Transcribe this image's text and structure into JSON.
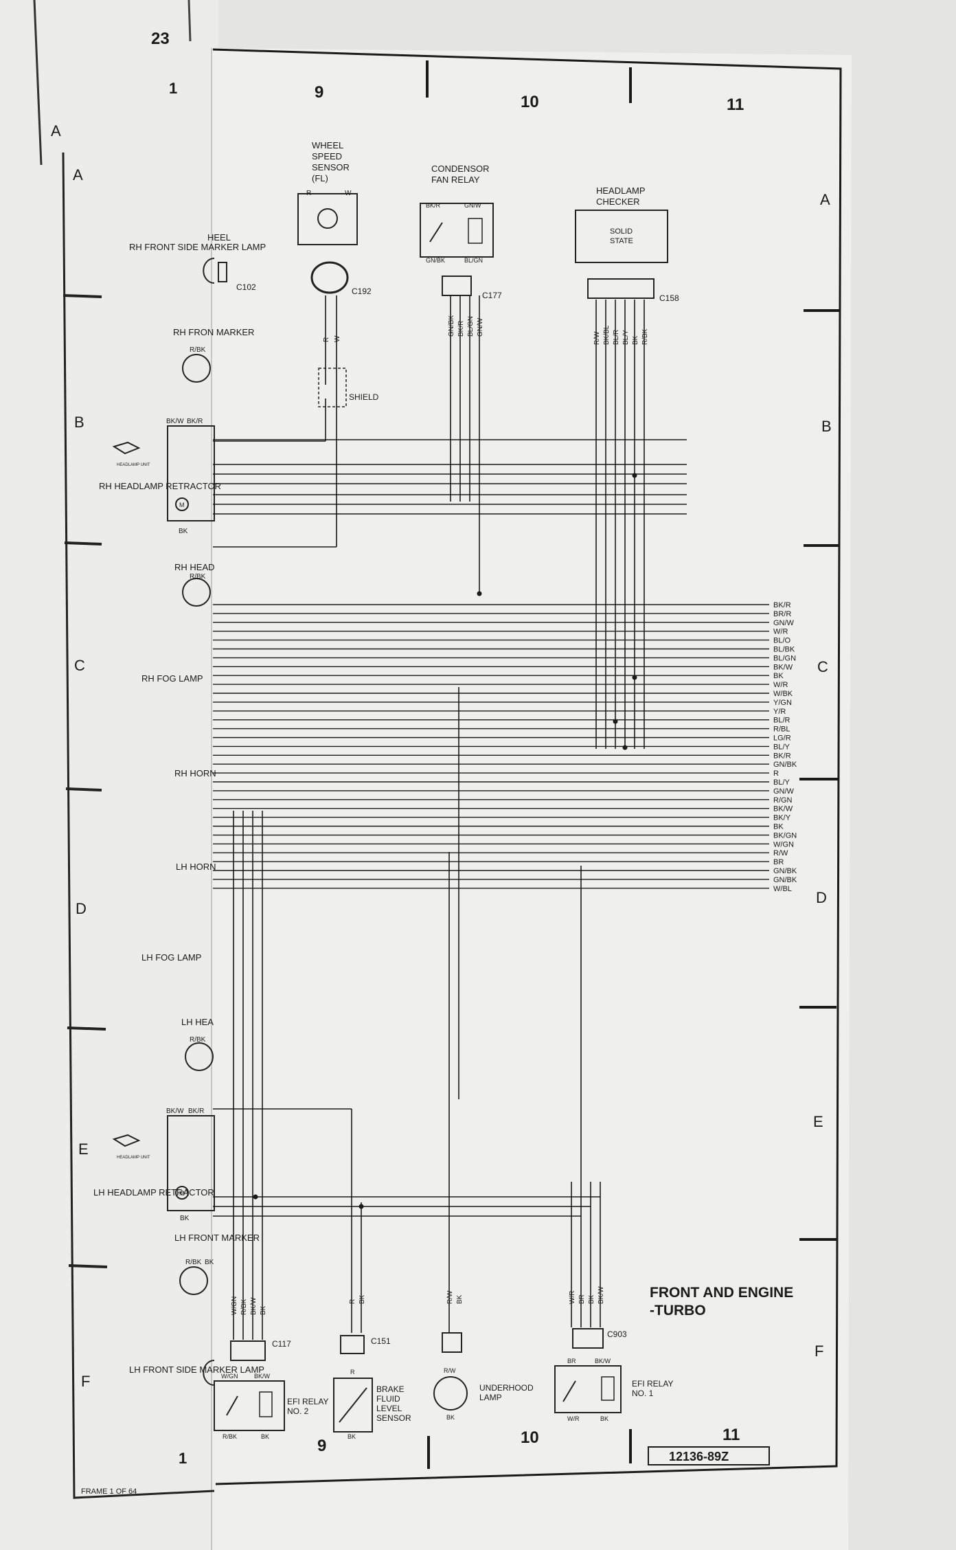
{
  "grid": {
    "left_sheet": {
      "page_number": "23",
      "column": "1",
      "rows": [
        "A",
        "B",
        "C",
        "D",
        "E",
        "F"
      ]
    },
    "main_sheet": {
      "columns": [
        "9",
        "10",
        "11"
      ],
      "rows": [
        "A",
        "B",
        "C",
        "D",
        "E",
        "F"
      ]
    }
  },
  "left_components": {
    "rh_front_side_marker": "RH FRONT SIDE MARKER LAMP",
    "wheel_fragment": "HEEL",
    "rh_front_marker_frag": "RH FRON MARKER",
    "rh_headlamp_retractor": "RH HEADLAMP RETRACTOR",
    "headlamp_unit": "HEADLAMP UNIT",
    "rh_head_frag": "RH HEAD",
    "rh_fog_lamp": "RH FOG LAMP",
    "rh_horn": "RH HORN",
    "lh_horn": "LH HORN",
    "lh_fog_lamp": "LH FOG LAMP",
    "lh_hea_frag": "LH HEA",
    "lh_headlamp_retractor": "LH HEADLAMP RETRACTOR",
    "lh_front_frag": "LH FRONT MARKER",
    "lh_front_side_marker": "LH FRONT SIDE MARKER LAMP",
    "frame_label": "FRAME 1 OF 64",
    "pin_bkw": "BK/W",
    "pin_bkr": "BK/R",
    "pin_rbk": "R/BK",
    "pin_bk": "BK",
    "motor": "M"
  },
  "components": {
    "wheel_speed_sensor": {
      "label": "WHEEL SPEED SENSOR (FL)",
      "pins": [
        "R",
        "W"
      ],
      "connector": "C192",
      "wires": [
        "R",
        "W"
      ]
    },
    "shield": "SHIELD",
    "connector_c102": "C102",
    "condensor_fan_relay": {
      "label": "CONDENSOR FAN RELAY",
      "pins": [
        "BK/R",
        "GN/W",
        "GN/BK",
        "BL/GN"
      ],
      "connector": "C177",
      "wires": [
        "GN/BK",
        "BK/R",
        "BL/GN",
        "GN/W"
      ]
    },
    "headlamp_checker": {
      "label": "HEADLAMP CHECKER",
      "inner": "SOLID STATE",
      "connector": "C158",
      "wires": [
        "R/W",
        "BK/BL",
        "BL/R",
        "BL/Y",
        "BK",
        "R/BK"
      ]
    },
    "efi_relay_2": {
      "label": "EFI RELAY NO. 2",
      "pins": [
        "W/GN",
        "BK/W",
        "R/BK",
        "BK"
      ],
      "connector": "C117",
      "wires": [
        "W/GN",
        "R/BK",
        "BK/W",
        "BK"
      ]
    },
    "brake_fluid_sensor": {
      "label": "BRAKE FLUID LEVEL SENSOR",
      "pins": [
        "R",
        "BK"
      ],
      "connector": "C151",
      "wires": [
        "R",
        "BK"
      ]
    },
    "underhood_lamp": {
      "label": "UNDERHOOD LAMP",
      "pins": [
        "R/W",
        "BK"
      ],
      "wires": [
        "R/W",
        "BK"
      ]
    },
    "efi_relay_1": {
      "label": "EFI RELAY NO. 1",
      "pins": [
        "BR",
        "BK/W",
        "W/R",
        "BK"
      ],
      "connector": "C903",
      "wires": [
        "W/R",
        "BR",
        "BK",
        "BK/W"
      ]
    }
  },
  "harness_labels": [
    "BK/R",
    "BR/R",
    "GN/W",
    "W/R",
    "BL/O",
    "BL/BK",
    "BL/GN",
    "BK/W",
    "BK",
    "W/R",
    "W/BK",
    "Y/GN",
    "Y/R",
    "BL/R",
    "R/BL",
    "LG/R",
    "BL/Y",
    "BK/R",
    "GN/BK",
    "R",
    "BL/Y",
    "GN/W",
    "R/GN",
    "BK/W",
    "BK/Y",
    "BK",
    "BK/GN",
    "W/GN",
    "R/W",
    "BR",
    "GN/BK",
    "GN/BK",
    "W/BL"
  ],
  "title": {
    "line1": "FRONT AND ENGINE",
    "line2": "-TURBO"
  },
  "drawing_number": "12136-89Z"
}
